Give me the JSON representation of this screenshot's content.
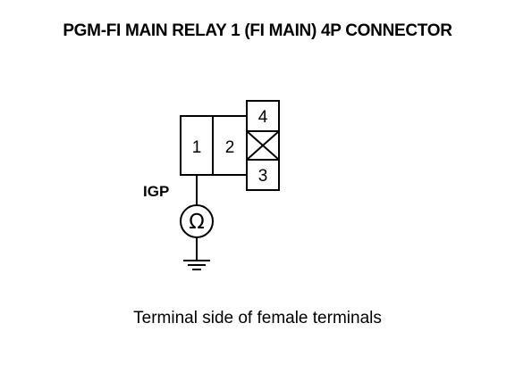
{
  "title": "PGM-FI MAIN RELAY 1 (FI MAIN) 4P CONNECTOR",
  "connector": {
    "terminals": [
      {
        "label": "1"
      },
      {
        "label": "2"
      },
      {
        "label": "4"
      },
      {
        "label": "3"
      }
    ]
  },
  "wire_label": "IGP",
  "meter": {
    "symbol": "Ω",
    "icon": "ohmmeter-icon"
  },
  "ground": {
    "icon": "ground-icon"
  },
  "caption": "Terminal side of female terminals"
}
